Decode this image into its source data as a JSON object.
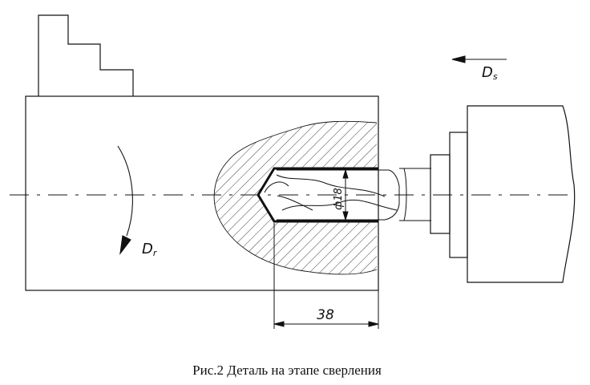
{
  "caption": "Рис.2 Деталь на этапе сверления",
  "labels": {
    "feed_motion": "D",
    "feed_motion_sub": "s",
    "rotation_motion": "D",
    "rotation_motion_sub": "r",
    "hole_diameter": "ф18",
    "hole_depth": "38"
  },
  "colors": {
    "line": "#111111",
    "background": "#ffffff"
  }
}
